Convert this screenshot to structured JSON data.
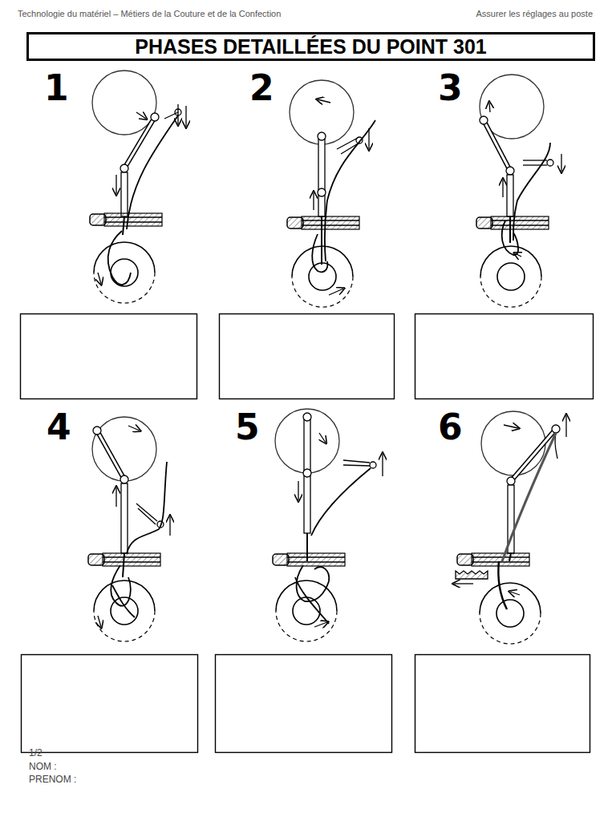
{
  "diagram": {
    "title": "PHASES DETAILLÉES DU POINT 301",
    "labels": [
      "Technologie du matériel – Métiers de la Couture et de la Confection",
      "Assurer les réglages au poste",
      "1",
      "2",
      "3",
      "4",
      "5",
      "6",
      "1/2",
      "NOM :",
      "PRENOM :"
    ]
  }
}
